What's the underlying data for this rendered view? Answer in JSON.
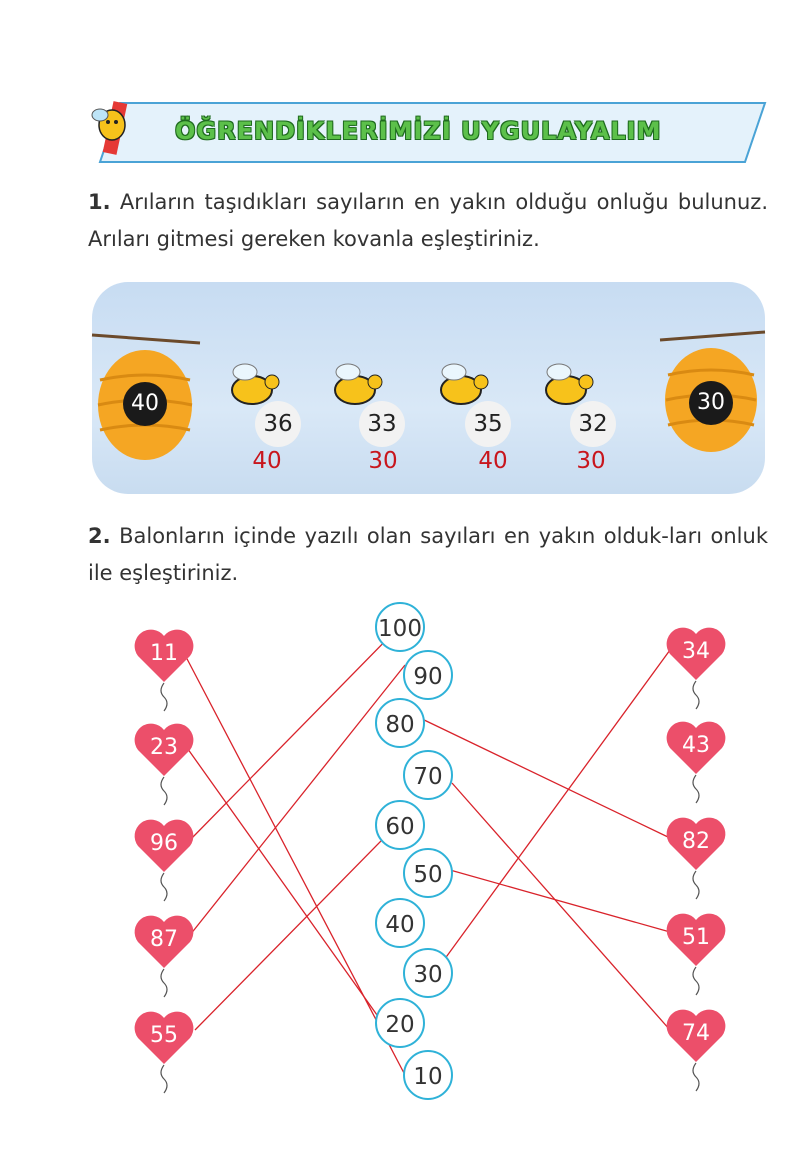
{
  "banner": {
    "title": "ÖĞRENDİKLERİMİZİ UYGULAYALIM"
  },
  "q1": {
    "number": "1.",
    "text": "Arıların taşıdıkları sayıların en yakın olduğu onluğu bulunuz. Arıları gitmesi gereken kovanla eşleştiriniz."
  },
  "hives": [
    "40",
    "30"
  ],
  "bees": [
    {
      "value": "36",
      "answer": "40"
    },
    {
      "value": "33",
      "answer": "30"
    },
    {
      "value": "35",
      "answer": "40"
    },
    {
      "value": "32",
      "answer": "30"
    }
  ],
  "q2": {
    "number": "2.",
    "text": "Balonların içinde yazılı olan sayıları en yakın olduk-ları onluk ile eşleştiriniz."
  },
  "left_hearts": [
    "11",
    "23",
    "96",
    "87",
    "55"
  ],
  "right_hearts": [
    "34",
    "43",
    "82",
    "51",
    "74"
  ],
  "circles": [
    "100",
    "90",
    "80",
    "70",
    "60",
    "50",
    "40",
    "30",
    "20",
    "10"
  ],
  "colors": {
    "answer": "#c8161d",
    "line": "#d9232b",
    "heart": "#ec4f6a",
    "circle": "#2fb2d8",
    "banner": "#5cc04a"
  }
}
